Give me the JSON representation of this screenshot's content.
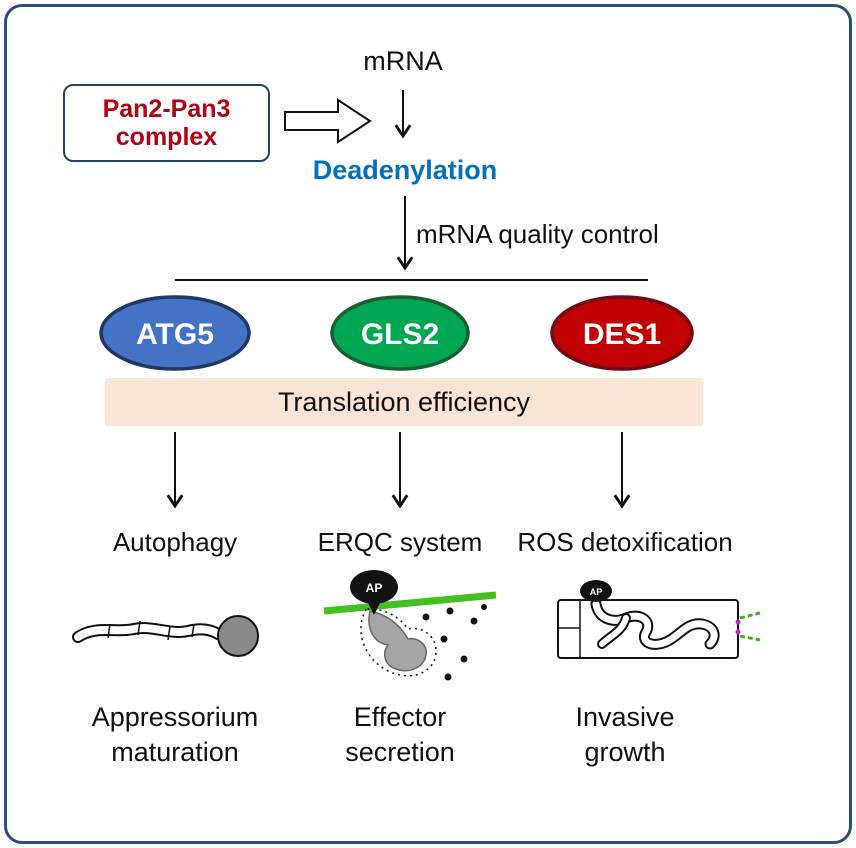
{
  "frame": {
    "border_color": "#2e4d7b"
  },
  "top": {
    "mrna": "mRNA",
    "pan_complex_line1": "Pan2-Pan3",
    "pan_complex_line2": "complex",
    "pan_text_color": "#b00014",
    "deadenylation": "Deadenylation",
    "deadenylation_color": "#0070c0",
    "quality_control": "mRNA quality control"
  },
  "genes": [
    {
      "label": "ATG5",
      "fill": "#4472c4",
      "stroke": "#1f3864"
    },
    {
      "label": "GLS2",
      "fill": "#00a651",
      "stroke": "#14602f"
    },
    {
      "label": "DES1",
      "fill": "#c00000",
      "stroke": "#6e0b16"
    }
  ],
  "banner": {
    "label": "Translation efficiency",
    "color": "#fbe5d6"
  },
  "outcomes": [
    {
      "label": "Autophagy"
    },
    {
      "label": "ERQC system"
    },
    {
      "label": "ROS detoxification"
    }
  ],
  "illustrations": {
    "ap_label": "AP"
  },
  "results": [
    {
      "line1": "Appressorium",
      "line2": "maturation"
    },
    {
      "line1": "Effector",
      "line2": "secretion"
    },
    {
      "line1": "Invasive",
      "line2": "growth"
    }
  ]
}
